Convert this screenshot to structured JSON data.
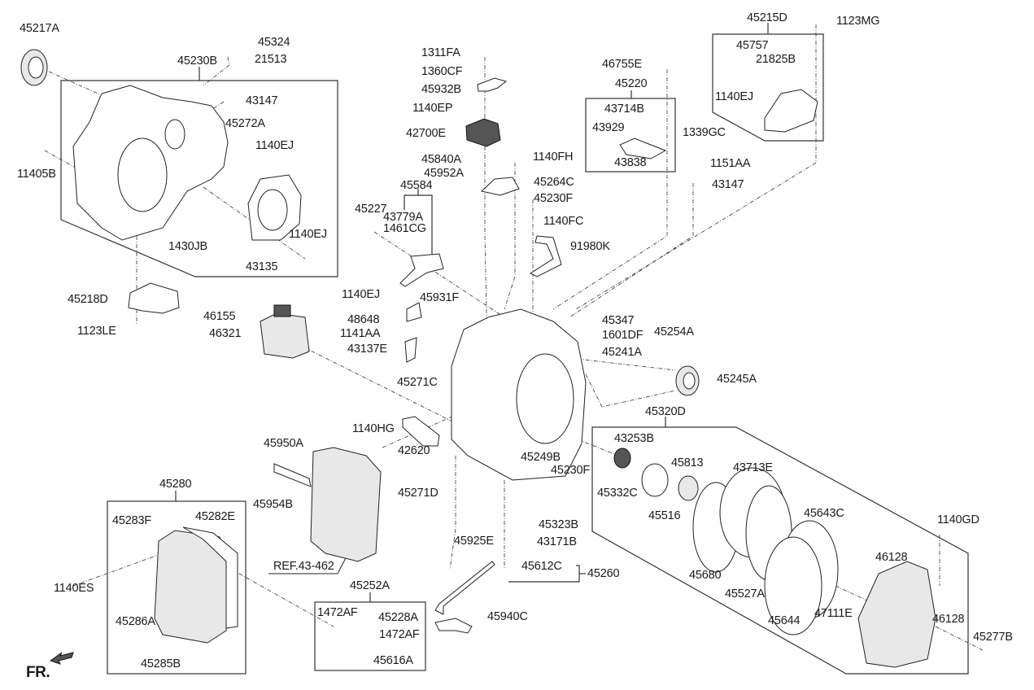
{
  "diagram": {
    "title": "Automatic transaxle case exploded parts diagram",
    "direction_marker": "FR.",
    "reference_note": "REF.43-462",
    "groups": {
      "transaxle_housing": "45230B",
      "case_assembly_mid": "45241A",
      "valve_cover_assembly": "45280",
      "retainer_assembly": "45320D",
      "bracket_assembly_top_right": "45215D",
      "bracket_assembly_45220": "45220",
      "oil_hose_kit": "45252A",
      "shift_lever_group": "45584",
      "drain_plug_group": "45260"
    },
    "labels": {
      "l45217A": "45217A",
      "l45324": "45324",
      "l21513": "21513",
      "l45230B": "45230B",
      "l43147a": "43147",
      "l45272A": "45272A",
      "l1140EJa": "1140EJ",
      "l11405B": "11405B",
      "l1430JB": "1430JB",
      "l1140EJb": "1140EJ",
      "l43135": "43135",
      "l45218D": "45218D",
      "l1123LE": "1123LE",
      "l46155": "46155",
      "l46321": "46321",
      "l1311FA": "1311FA",
      "l1360CF": "1360CF",
      "l45932B": "45932B",
      "l1140EP": "1140EP",
      "l42700E": "42700E",
      "l45840A": "45840A",
      "l45952A": "45952A",
      "l1140FH": "1140FH",
      "l45264C": "45264C",
      "l45230Fa": "45230F",
      "l45584": "45584",
      "l45227": "45227",
      "l43779A": "43779A",
      "l1461CG": "1461CG",
      "l1140FC": "1140FC",
      "l91980K": "91980K",
      "l1140EJc": "1140EJ",
      "l45931F": "45931F",
      "l48648": "48648",
      "l1141AA": "1141AA",
      "l43137E": "43137E",
      "l45271C": "45271C",
      "l46755E": "46755E",
      "l45220": "45220",
      "l43714B": "43714B",
      "l43929": "43929",
      "l43838": "43838",
      "l45215D": "45215D",
      "l1123MG": "1123MG",
      "l45757": "45757",
      "l21825B": "21825B",
      "l1140EJd": "1140EJ",
      "l1339GC": "1339GC",
      "l1151AA": "1151AA",
      "l43147b": "43147",
      "l45347": "45347",
      "l1601DF": "1601DF",
      "l45241A": "45241A",
      "l45254A": "45254A",
      "l45245A": "45245A",
      "l45320D": "45320D",
      "l1140HG": "1140HG",
      "l42620": "42620",
      "l45950A": "45950A",
      "l45954B": "45954B",
      "l45271D": "45271D",
      "l45249B": "45249B",
      "l45230Fb": "45230F",
      "l45323B": "45323B",
      "l43171B": "43171B",
      "l45925E": "45925E",
      "l45612C": "45612C",
      "l45260": "45260",
      "l45940C": "45940C",
      "l45280": "45280",
      "l45283F": "45283F",
      "l45282E": "45282E",
      "l1140ES": "1140ES",
      "l45286A": "45286A",
      "l45285B": "45285B",
      "l45252A": "45252A",
      "l1472AFa": "1472AF",
      "l45228A": "45228A",
      "l1472AFb": "1472AF",
      "l45616A": "45616A",
      "l43253B": "43253B",
      "l45332C": "45332C",
      "l45516": "45516",
      "l45813": "45813",
      "l43713E": "43713E",
      "l45680": "45680",
      "l45527A": "45527A",
      "l45643C": "45643C",
      "l45644": "45644",
      "l47111E": "47111E",
      "l46128a": "46128",
      "l46128b": "46128",
      "l1140GD": "1140GD",
      "l45277B": "45277B"
    }
  }
}
